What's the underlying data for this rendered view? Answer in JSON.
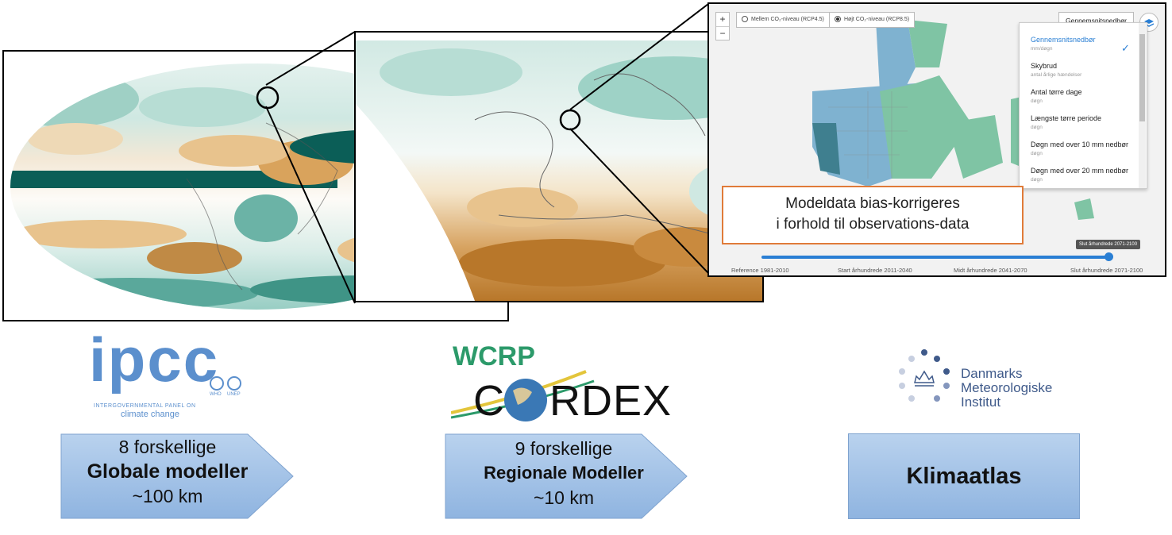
{
  "map_panel": {
    "zoom_in": "+",
    "zoom_out": "−",
    "radio_medium": "Mellem CO₂-niveau (RCP4.5)",
    "radio_high": "Højt CO₂-niveau (RCP8.5)",
    "dropdown_label": "Gennemsnitsnedbør",
    "check_mark": "✓",
    "menu_items": [
      {
        "title": "Gennemsnitsnedbør",
        "sub": "mm/døgn"
      },
      {
        "title": "Skybrud",
        "sub": "antal årlige hændelser"
      },
      {
        "title": "Antal tørre dage",
        "sub": "døgn"
      },
      {
        "title": "Længste tørre periode",
        "sub": "døgn"
      },
      {
        "title": "Døgn med over 10 mm nedbør",
        "sub": "døgn"
      },
      {
        "title": "Døgn med over 20 mm nedbør",
        "sub": "døgn"
      }
    ],
    "callout_line1": "Modeldata bias-korrigeres",
    "callout_line2": "i forhold til observations-data",
    "slider_tooltip": "Slut århundrede 2071-2100",
    "slider_labels": [
      "Reference 1981-2010",
      "Start århundrede 2011-2040",
      "Midt århundrede 2041-2070",
      "Slut århundrede 2071-2100"
    ]
  },
  "logos": {
    "ipcc_word": "ipcc",
    "ipcc_sub1": "INTERGOVERNMENTAL PANEL ON",
    "ipcc_sub2": "climate change",
    "ipcc_who": "WHO",
    "ipcc_unep": "UNEP",
    "wcrp": "WCRP",
    "cordex_left": "C",
    "cordex_right": "RDEX",
    "dmi_line1": "Danmarks",
    "dmi_line2": "Meteorologiske",
    "dmi_line3": "Institut"
  },
  "boxes": {
    "global": {
      "line1": "8 forskellige",
      "line2": "Globale modeller",
      "line3": "~100 km"
    },
    "regional": {
      "line1": "9 forskellige",
      "line2": "Regionale Modeller",
      "line3": "~10 km"
    },
    "klimaatlas": {
      "label": "Klimaatlas"
    }
  },
  "colors": {
    "teal_dark": "#0b5e57",
    "brown": "#b8772a",
    "arrow_fill": "#a8c6e6",
    "dmi_blue": "#3f5a8a",
    "ipcc_blue": "#5b8fcd",
    "wcrp_green": "#2c9a6a",
    "callout_border": "#e07b39"
  }
}
